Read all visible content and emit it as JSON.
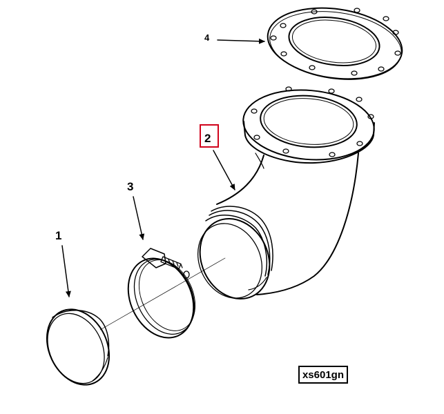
{
  "callouts": [
    {
      "id": "1",
      "label": "1"
    },
    {
      "id": "2",
      "label": "2"
    },
    {
      "id": "3",
      "label": "3"
    },
    {
      "id": "4",
      "label": "4"
    }
  ],
  "figure_id": "xs601gn",
  "selected_callout": "2",
  "colors": {
    "line": "#000000",
    "highlight": "#d0021b",
    "background": "#ffffff"
  }
}
